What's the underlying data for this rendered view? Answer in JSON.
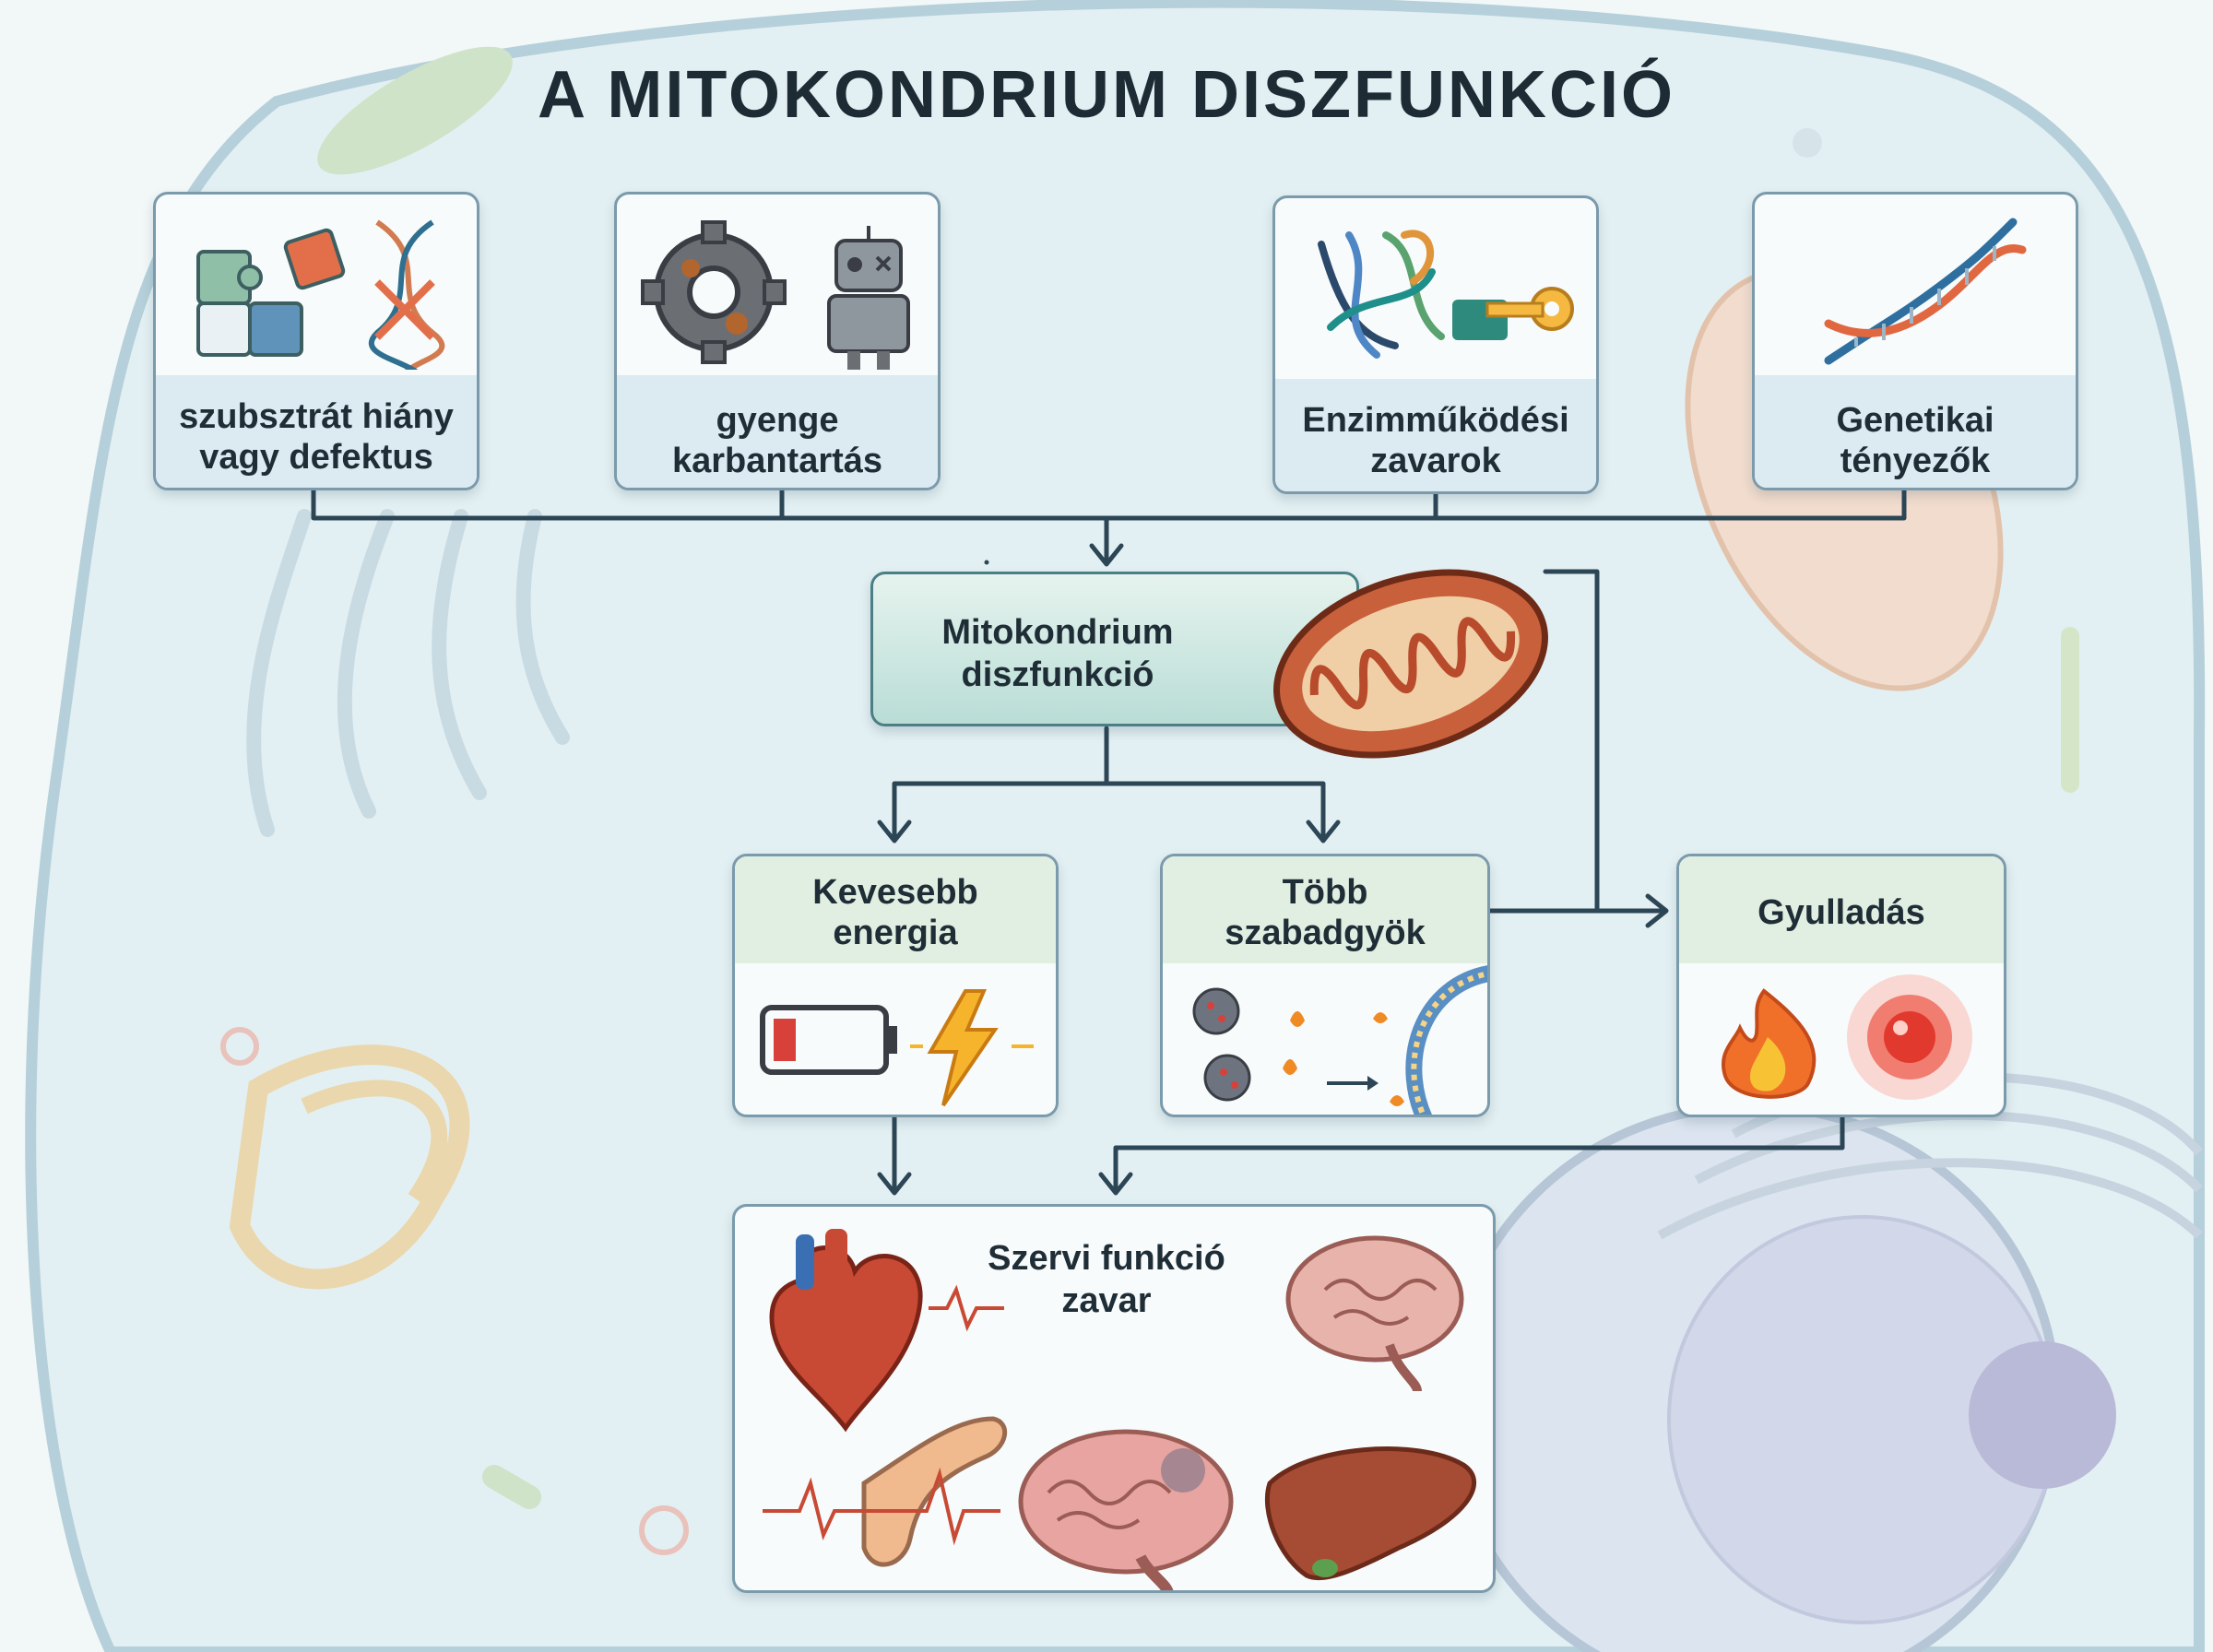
{
  "title": "A MITOKONDRIUM DISZFUNKCIÓ",
  "causes": [
    {
      "label_line1": "szubsztrát hiány",
      "label_line2": "vagy defektus",
      "icon": "puzzle-dna-icon"
    },
    {
      "label_line1": "gyenge",
      "label_line2": "karbantartás",
      "icon": "rusty-gear-robot-icon"
    },
    {
      "label_line1": "Enzimműködési",
      "label_line2": "zavarok",
      "icon": "enzyme-key-icon"
    },
    {
      "label_line1": "Genetikai",
      "label_line2": "tényezők",
      "icon": "dna-icon"
    }
  ],
  "center": {
    "label_line1": "Mitokondrium",
    "label_line2": "diszfunkció",
    "icon": "mitochondrion-icon"
  },
  "effects": [
    {
      "label_line1": "Kevesebb",
      "label_line2": "energia",
      "icon": "low-battery-lightning-icon"
    },
    {
      "label_line1": "Több",
      "label_line2": "szabadgyök",
      "icon": "free-radical-membrane-icon"
    },
    {
      "label_line1": "Gyulladás",
      "label_line2": "",
      "icon": "flame-inflammation-icon"
    }
  ],
  "outcome": {
    "label_line1": "Szervi funkció",
    "label_line2": "zavar",
    "icons": [
      "heart-icon",
      "brain-icon",
      "pancreas-icon",
      "brain-lesion-icon",
      "liver-icon"
    ]
  },
  "colors": {
    "border": "#7b9aab",
    "arrow": "#2c4656",
    "center_fill": "#b9ddd6",
    "background": "#e6f1f3"
  }
}
